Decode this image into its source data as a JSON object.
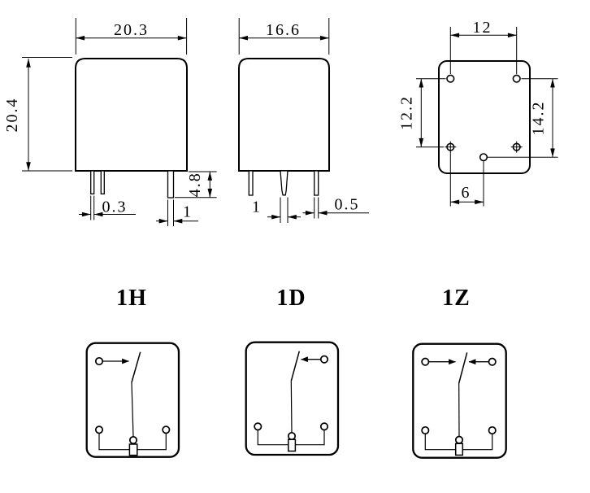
{
  "background": "#ffffff",
  "ink": "#000000",
  "views": {
    "front": {
      "dims": {
        "body_width": "20.3",
        "body_height": "20.4",
        "pin_thickness": "0.3",
        "pin_width": "1",
        "pin_length": "4.8"
      }
    },
    "side": {
      "dims": {
        "body_width": "16.6",
        "center_pin_width": "1",
        "outer_pin_width": "0.5"
      }
    },
    "bottom": {
      "dims": {
        "top_hole_spacing": "12",
        "left_hole_spacing": "12.2",
        "right_hole_spacing": "14.2",
        "bottom_hole_spacing": "6"
      }
    }
  },
  "contact_forms": [
    {
      "label": "1H"
    },
    {
      "label": "1D"
    },
    {
      "label": "1Z"
    }
  ]
}
